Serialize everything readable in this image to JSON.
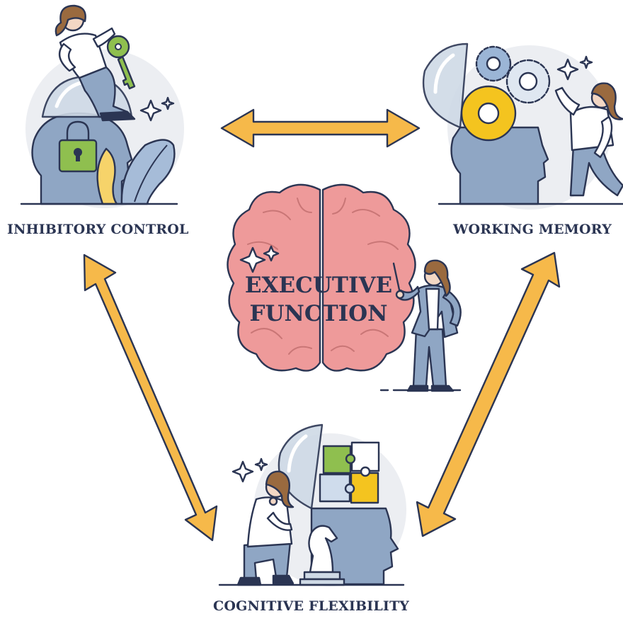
{
  "center": {
    "line1": "EXECUTIVE",
    "line2": "FUNCTION"
  },
  "nodes": {
    "inhibitory_control": "INHIBITORY CONTROL",
    "working_memory": "WORKING MEMORY",
    "cognitive_flexibility": "COGNITIVE FLEXIBILITY"
  },
  "colors": {
    "outline": "#2b3553",
    "arrow_fill": "#f6b94a",
    "brain_fill": "#ee9a9a",
    "head_fill": "#8fa6c4",
    "halo": "#eceef2",
    "key_green": "#8fbf4f",
    "gear_yellow": "#f4c41f",
    "gear_blue": "#9bb5d6",
    "skin": "#f3d7c4",
    "hair": "#9a6a3f"
  },
  "icons": [
    "lock-icon",
    "key-icon",
    "gear-icon",
    "puzzle-icon",
    "chess-knight-icon",
    "sparkle-icon",
    "pointer-stick-icon"
  ]
}
